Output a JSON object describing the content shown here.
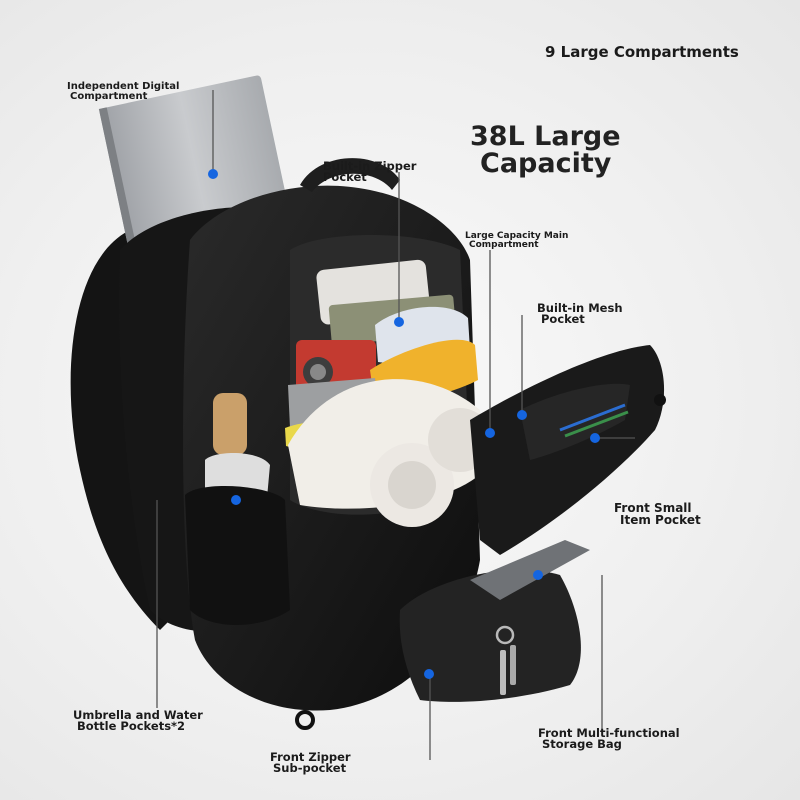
{
  "headline": {
    "compartments": "9 Large Compartments",
    "capacity_line1": "38L Large",
    "capacity_line2": "Capacity"
  },
  "callouts": {
    "digital_l1": "Independent Digital",
    "digital_l2": "Compartment",
    "zipper_l1": "Built-in Zipper",
    "zipper_l2": "Pocket",
    "main_l1": "Large Capacity Main",
    "main_l2": "Compartment",
    "mesh_l1": "Built-in Mesh",
    "mesh_l2": "Pocket",
    "small_l1": "Front Small",
    "small_l2": "Item Pocket",
    "umbrella_l1": "Umbrella and Water",
    "umbrella_l2": "Bottle Pockets*2",
    "frontzip_l1": "Front Zipper",
    "frontzip_l2": "Sub-pocket",
    "storage_l1": "Front Multi-functional",
    "storage_l2": "Storage Bag"
  },
  "colors": {
    "marker_dot": "#1565e0",
    "leader_line": "#555555",
    "bag_body": "#1a1a1a",
    "laptop": "#b9bcc0"
  }
}
